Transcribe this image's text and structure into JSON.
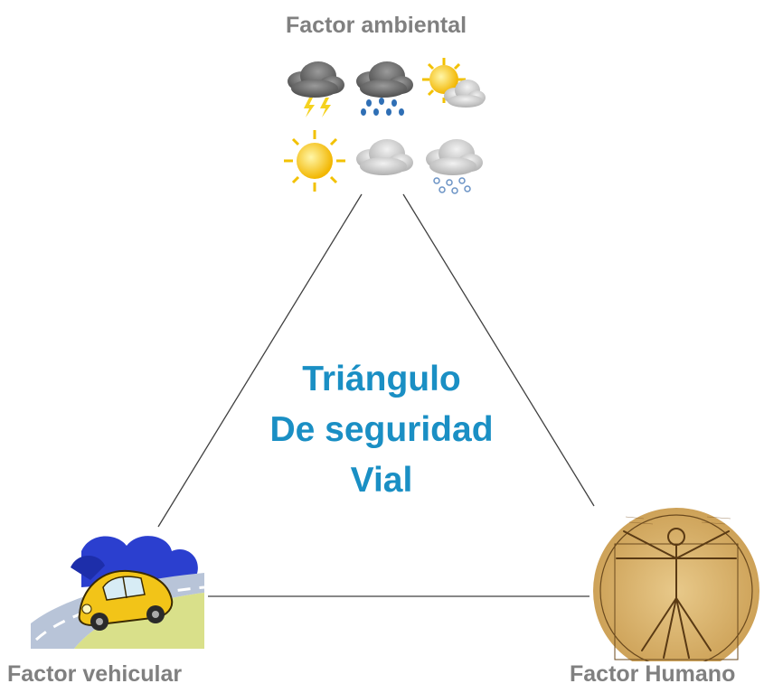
{
  "diagram": {
    "title_lines": [
      "Triángulo",
      "De seguridad",
      "Vial"
    ],
    "labels": {
      "top": "Factor ambiental",
      "bottom_left": "Factor vehicular",
      "bottom_right": "Factor Humano"
    },
    "colors": {
      "title": "#1a8fc4",
      "label": "#808080",
      "line": "#404040"
    },
    "icons": {
      "weather": [
        "storm-cloud-icon",
        "rain-cloud-icon",
        "partly-sunny-icon",
        "sun-icon",
        "cloud-icon",
        "snow-cloud-icon"
      ],
      "vehicle": "car-icon",
      "human": "vitruvian-man-icon"
    }
  }
}
